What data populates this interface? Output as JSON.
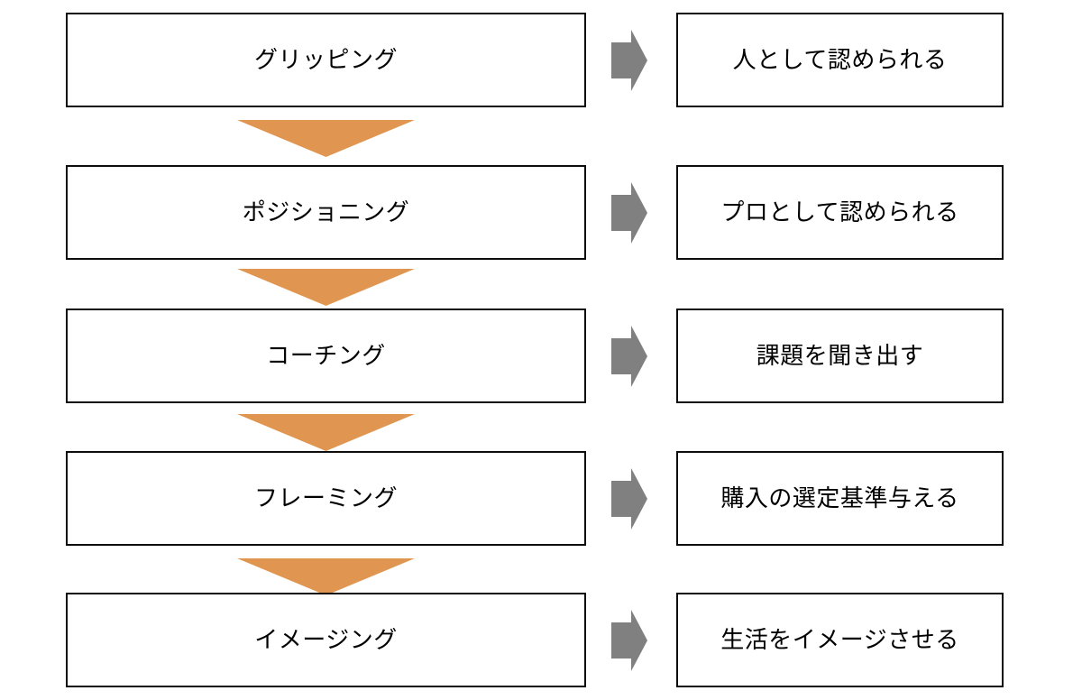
{
  "diagram": {
    "rows": [
      {
        "step": "グリッピング",
        "outcome": "人として認められる"
      },
      {
        "step": "ポジショニング",
        "outcome": "プロとして認められる"
      },
      {
        "step": "コーチング",
        "outcome": "課題を聞き出す"
      },
      {
        "step": "フレーミング",
        "outcome": "購入の選定基準与える"
      },
      {
        "step": "イメージング",
        "outcome": "生活をイメージさせる"
      }
    ],
    "icons": {
      "between_steps": "down-triangle-icon",
      "step_to_outcome": "right-block-arrow-icon"
    },
    "colors": {
      "triangle": "#E09650",
      "arrow": "#808080",
      "box_border": "#0d0d0d",
      "box_fill": "#ffffff",
      "background": "#ffffff"
    }
  }
}
